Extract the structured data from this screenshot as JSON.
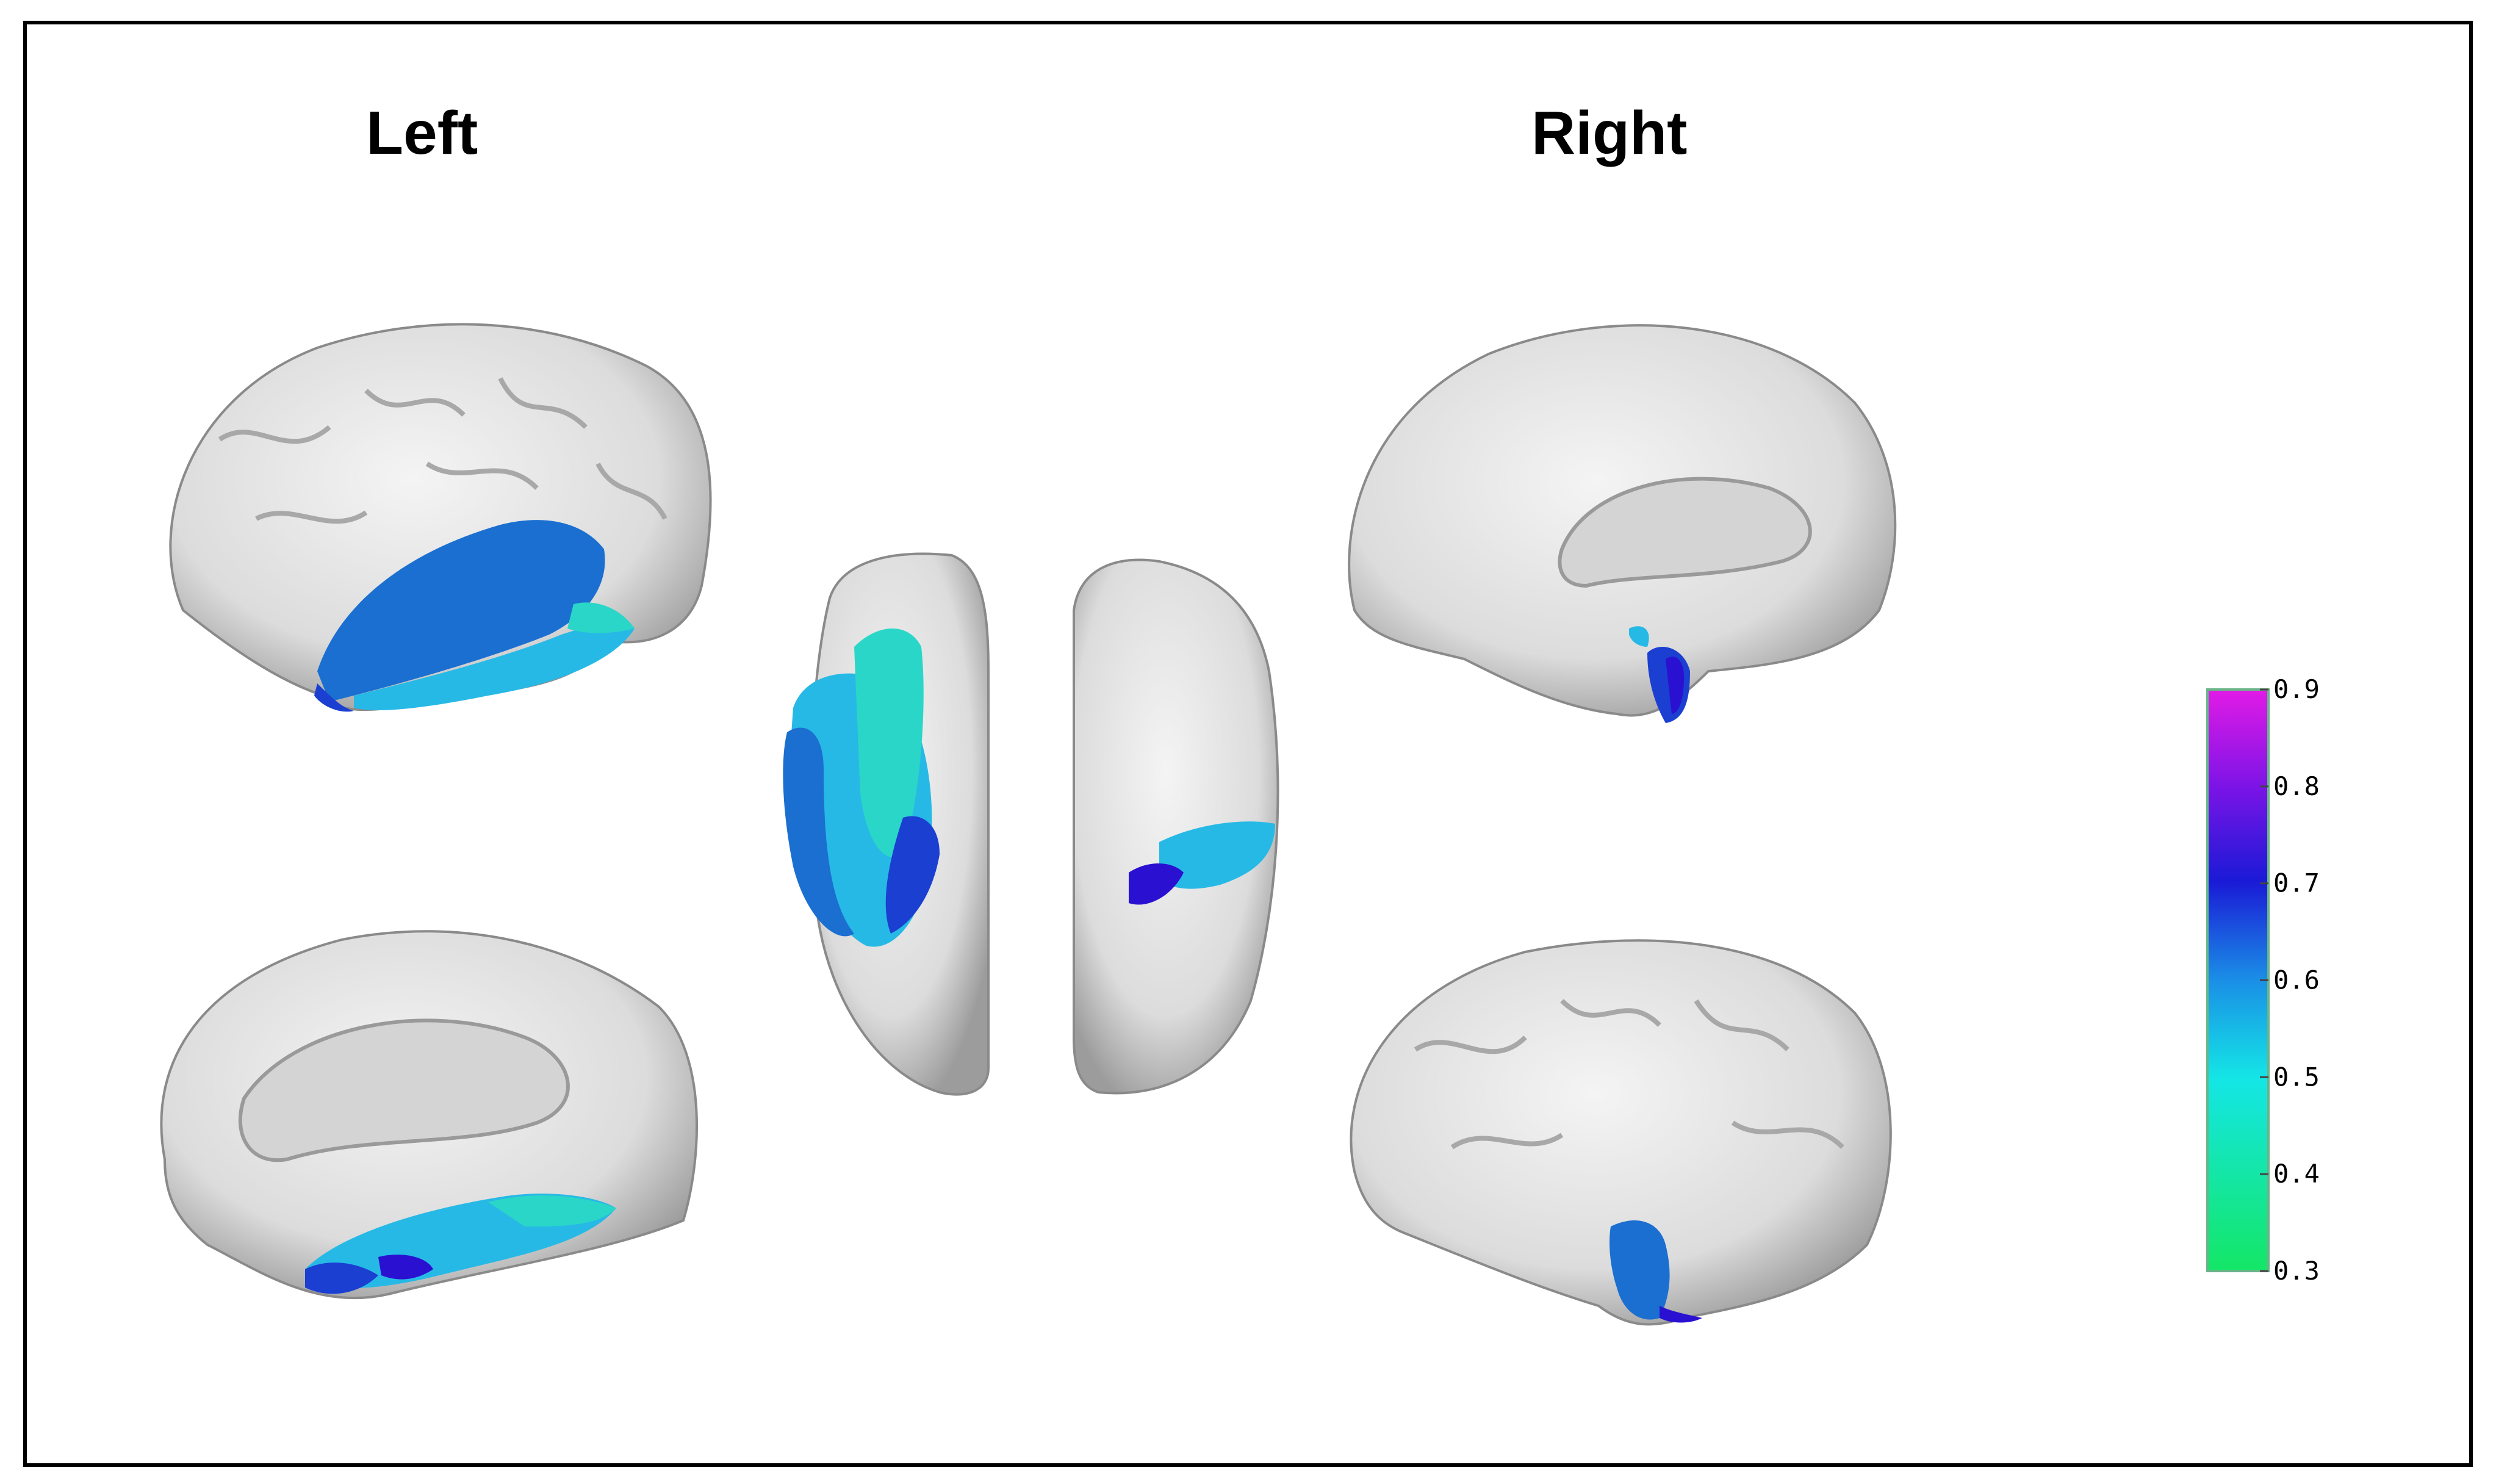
{
  "labels": {
    "left": "Left",
    "right": "Right"
  },
  "colorbar": {
    "ticks": [
      "0.9",
      "0.8",
      "0.7",
      "0.6",
      "0.5",
      "0.4",
      "0.3"
    ],
    "min": 0.3,
    "max": 0.9,
    "colors": {
      "top": "#e21be6",
      "upper": "#5a14e6",
      "mid": "#1a1ad6",
      "midlow": "#1a8fe6",
      "low": "#14e6e6",
      "bottom": "#14e666"
    }
  },
  "palette": {
    "brain": "#e6e6e6",
    "brain_shade": "#bdbdbd",
    "teal": "#2ad6c8",
    "cyan": "#27b9e6",
    "mid_blue": "#1a6fd1",
    "blue": "#1a3fd1",
    "indigo": "#2a10d0"
  }
}
